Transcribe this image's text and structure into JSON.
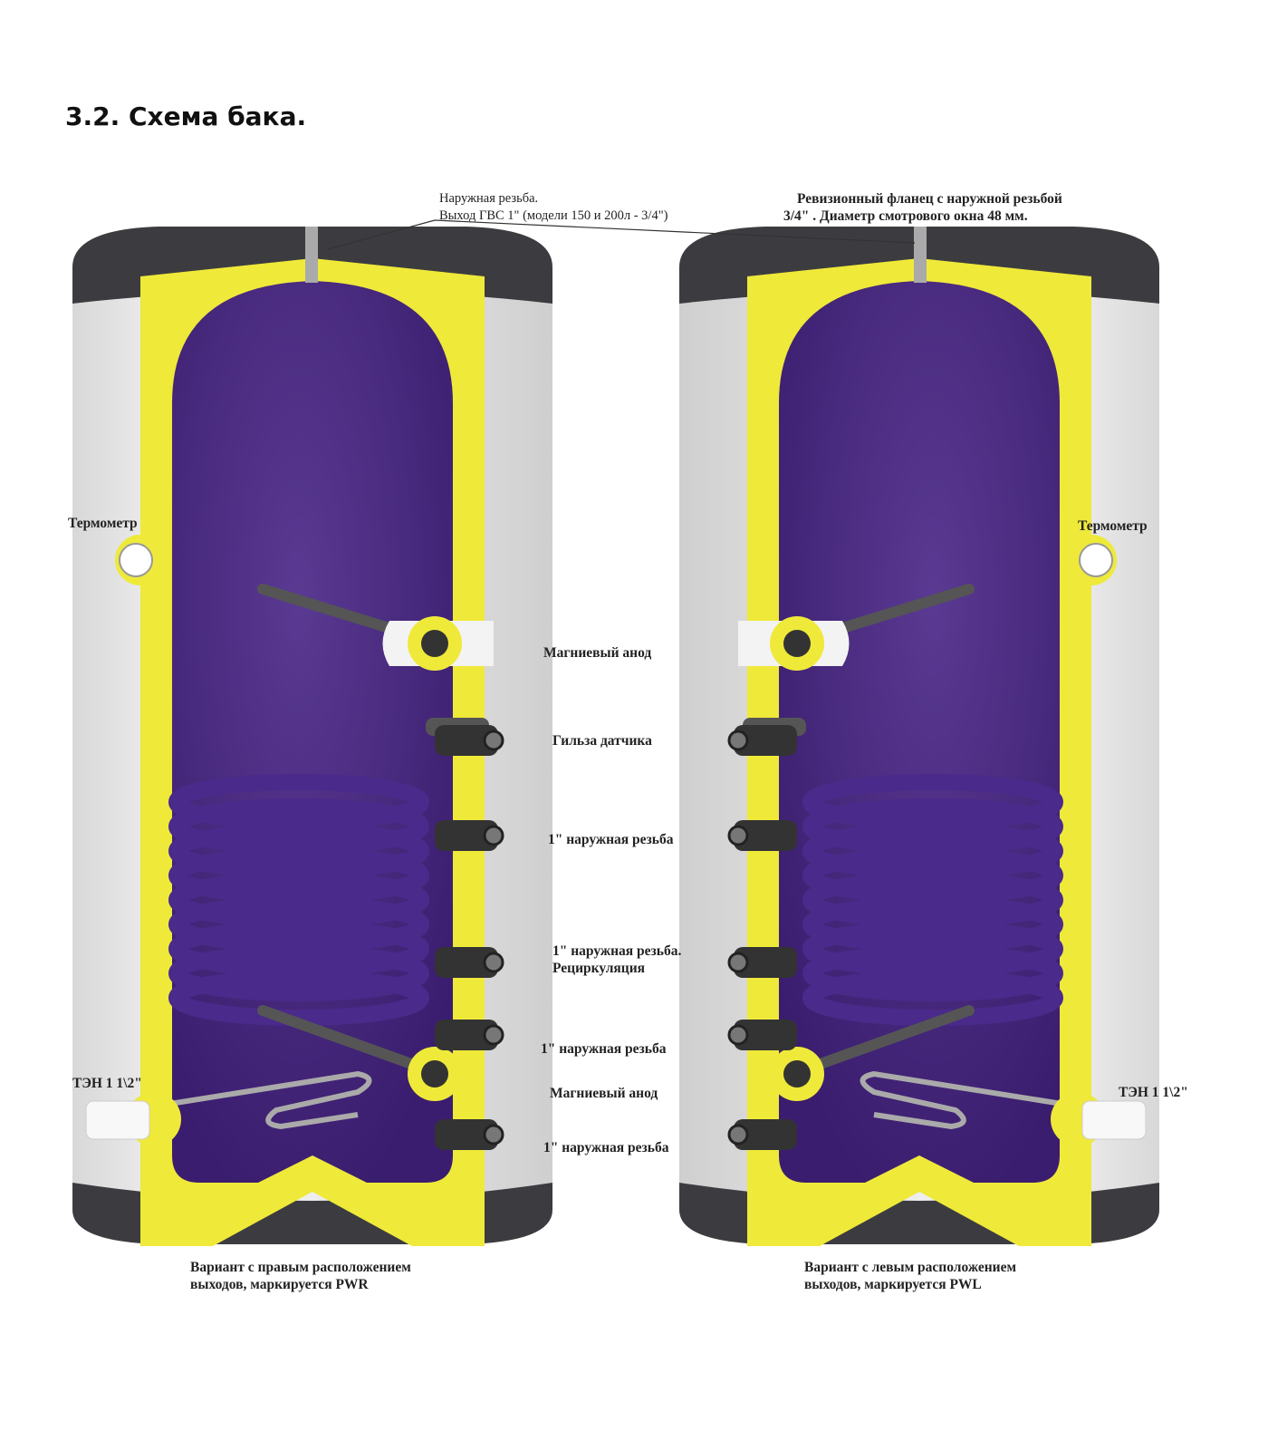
{
  "title": "3.2. Схема бака.",
  "labels": {
    "top_left_1": "Наружная резьба.",
    "top_left_2": "Выход ГВС 1\" (модели 150 и 200л - 3/4\")",
    "top_right_1": "Ревизионный фланец с наружной резьбой",
    "top_right_2": "3/4\" . Диаметр смотрового окна 48 мм.",
    "thermometer_left": "Термометр",
    "thermometer_right": "Термометр",
    "anode_upper": "Магниевый анод",
    "sensor_sleeve": "Гильза датчика",
    "thread_1": "1\" наружная резьба",
    "recirc_1": "1\" наружная резьба.",
    "recirc_2": "Рециркуляция",
    "thread_2": "1\" наружная резьба",
    "anode_lower": "Магниевый анод",
    "thread_3": "1\" наружная резьба",
    "heater_left": "ТЭН 1 1\\2\"",
    "heater_right": "ТЭН 1 1\\2\"",
    "caption_left_1": "Вариант с правым расположением",
    "caption_left_2": "выходов, маркируется PWR",
    "caption_right_1": "Вариант с левым расположением",
    "caption_right_2": "выходов, маркируется PWL"
  },
  "colors": {
    "insulation": "#efe93a",
    "tank": "#3a1d6e",
    "body": "#f2f2f2",
    "cap": "#3c3c40"
  }
}
